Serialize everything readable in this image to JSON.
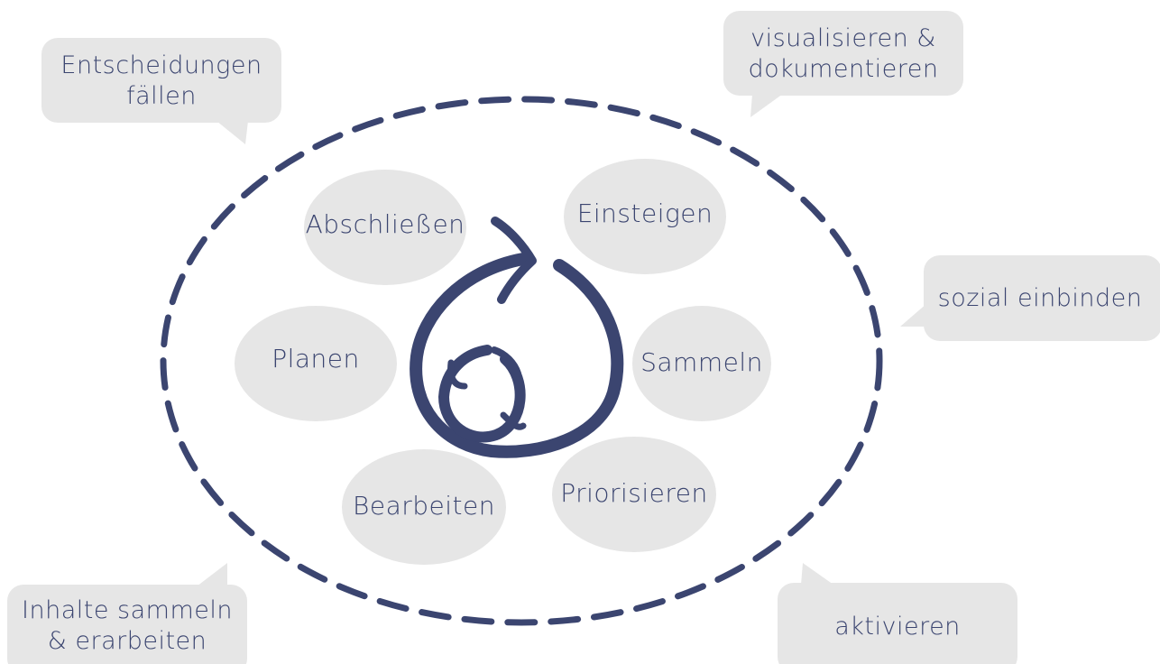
{
  "colors": {
    "ink": "#3b4570",
    "bubble": "#e6e6e6",
    "ellipse": "#e6e6e6"
  },
  "bubbles": {
    "entscheidungen": {
      "line1": "Entscheidungen",
      "line2": "fällen"
    },
    "visualisieren": {
      "line1": "visualisieren &",
      "line2": "dokumentieren"
    },
    "sozial": {
      "line1": "sozial einbinden"
    },
    "inhalte": {
      "line1": "Inhalte sammeln",
      "line2": "& erarbeiten"
    },
    "aktivieren": {
      "line1": "aktivieren"
    }
  },
  "phases": {
    "abschliessen": "Abschließen",
    "einsteigen": "Einsteigen",
    "planen": "Planen",
    "sammeln": "Sammeln",
    "bearbeiten": "Bearbeiten",
    "priorisieren": "Priorisieren"
  },
  "icons": {
    "center": "cycle-arrows-icon"
  }
}
